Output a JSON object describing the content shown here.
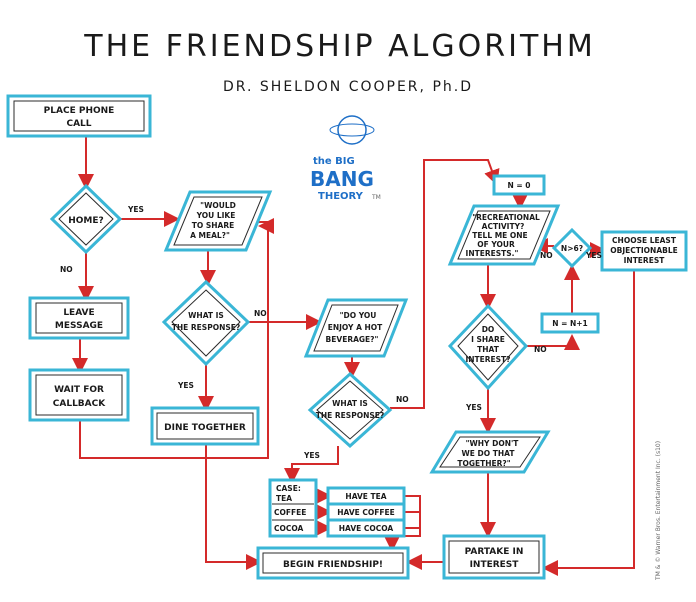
{
  "title": "THE FRIENDSHIP ALGORITHM",
  "subtitle": "DR. SHELDON COOPER, Ph.D",
  "logo": {
    "line1": "the BIG",
    "line2": "BANG",
    "line3": "THEORY",
    "tm": "TM",
    "color": "#1e6fc7"
  },
  "colors": {
    "box": "#3ab6d6",
    "arrow": "#d42a2a",
    "text": "#1a1a1a"
  },
  "nodes": {
    "place_phone_call": [
      "PLACE PHONE",
      "CALL"
    ],
    "home": [
      "HOME?"
    ],
    "leave_message": [
      "LEAVE",
      "MESSAGE"
    ],
    "wait_for_callback": [
      "WAIT FOR",
      "CALLBACK"
    ],
    "share_meal": [
      "\"WOULD",
      "YOU LIKE",
      "TO SHARE",
      "A MEAL?\""
    ],
    "response_1": [
      "WHAT IS",
      "THE RESPONSE?"
    ],
    "dine_together": [
      "DINE TOGETHER"
    ],
    "hot_beverage": [
      "\"DO YOU",
      "ENJOY A HOT",
      "BEVERAGE?\""
    ],
    "response_2": [
      "WHAT IS",
      "THE RESPONSE?"
    ],
    "case_block": [
      "CASE:",
      "TEA",
      "COFFEE",
      "COCOA"
    ],
    "have_tea": [
      "HAVE TEA"
    ],
    "have_coffee": [
      "HAVE COFFEE"
    ],
    "have_cocoa": [
      "HAVE COCOA"
    ],
    "begin_friendship": [
      "BEGIN FRIENDSHIP!"
    ],
    "n_zero": [
      "N = 0"
    ],
    "recreational": [
      "\"RECREATIONAL",
      "ACTIVITY?",
      "TELL ME ONE",
      "OF YOUR",
      "INTERESTS.\""
    ],
    "n_gt_6": [
      "N>6?"
    ],
    "least_objectionable": [
      "CHOOSE LEAST",
      "OBJECTIONABLE",
      "INTEREST"
    ],
    "n_plus_one": [
      "N = N+1"
    ],
    "share_interest": [
      "DO",
      "I SHARE",
      "THAT",
      "INTEREST?"
    ],
    "why_dont_we": [
      "\"WHY DON'T",
      "WE DO THAT",
      "TOGETHER?\""
    ],
    "partake": [
      "PARTAKE IN",
      "INTEREST"
    ]
  },
  "edge_labels": {
    "home_yes": "YES",
    "home_no": "NO",
    "response1_yes": "YES",
    "response1_no": "NO",
    "response2_yes": "YES",
    "response2_no": "NO",
    "n6_yes": "YES",
    "n6_no": "NO",
    "share_yes": "YES",
    "share_no": "NO"
  },
  "copyright": "TM & © Warner Bros. Entertainment Inc. (s10)"
}
